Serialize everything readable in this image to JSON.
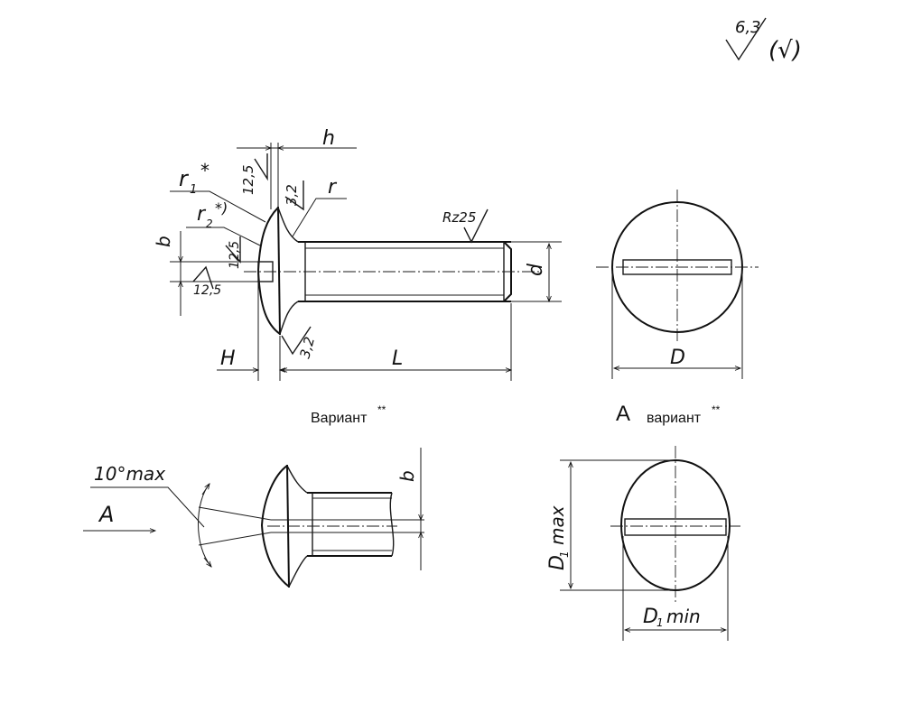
{
  "general_roughness": {
    "value": "6,3",
    "note": "(√)"
  },
  "main_view": {
    "labels": {
      "h": "h",
      "r1": "r",
      "r1_sub": "1",
      "r1_mark": "*",
      "r2": "r",
      "r2_sub": "2",
      "r2_mark": "*)",
      "r": "r",
      "b": "b",
      "d": "d",
      "H": "H",
      "L": "L"
    },
    "roughness": {
      "head_top": "12,5",
      "fillet": "3,2",
      "slot_a": "12,5",
      "slot_b": "12,5",
      "underhead": "3,2",
      "thread": "Rz25"
    }
  },
  "end_view": {
    "labels": {
      "D": "D"
    }
  },
  "variant_caption": {
    "text": "Вариант",
    "mark": "**"
  },
  "variant_view": {
    "labels": {
      "angle": "10°max",
      "A": "A",
      "b": "b"
    }
  },
  "variant_end_view": {
    "caption": {
      "letter": "A",
      "text": "вариант",
      "mark": "**"
    },
    "labels": {
      "D1max": "D",
      "D1max_sub": "1",
      "D1max_rest": "max",
      "D1min": "D",
      "D1min_sub": "1",
      "D1min_rest": "min"
    }
  }
}
